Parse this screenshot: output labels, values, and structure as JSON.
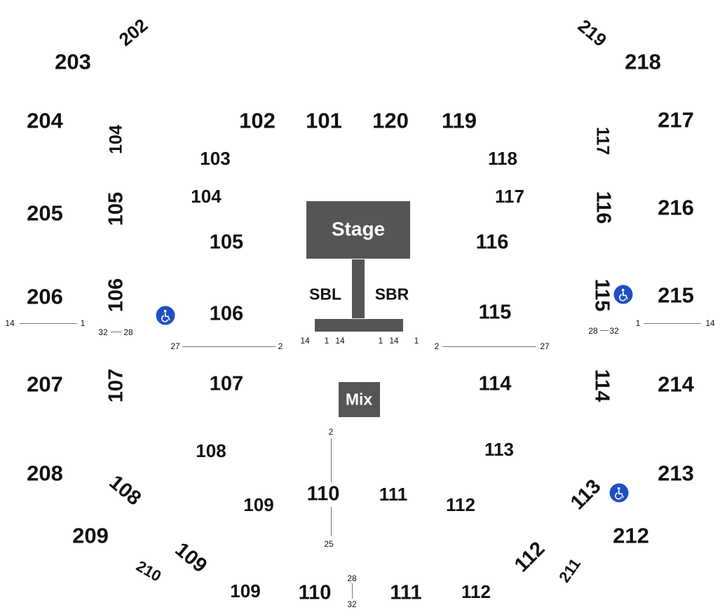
{
  "colors": {
    "stage": "#555555",
    "text": "#111111",
    "ada": "#1f4fc4",
    "line": "#777777"
  },
  "stage": {
    "label": "Stage"
  },
  "mix": {
    "label": "Mix"
  },
  "standing": {
    "left": "SBL",
    "right": "SBR"
  },
  "sections": {
    "s202": "202",
    "s203": "203",
    "s204": "204",
    "s205": "205",
    "s206": "206",
    "s207": "207",
    "s208": "208",
    "s209": "209",
    "s210": "210",
    "s211": "211",
    "s212": "212",
    "s213": "213",
    "s214": "214",
    "s215": "215",
    "s216": "216",
    "s217": "217",
    "s218": "218",
    "s219": "219",
    "u104": "104",
    "u105": "105",
    "u106": "106",
    "u107": "107",
    "u108": "108",
    "u109": "109",
    "u112": "112",
    "u113": "113",
    "u114": "114",
    "u115": "115",
    "u116": "116",
    "u117": "117",
    "f101": "101",
    "f102": "102",
    "f103": "103",
    "f104": "104",
    "f105": "105",
    "f106": "106",
    "f107": "107",
    "f108": "108",
    "f109": "109",
    "f110": "110",
    "f111": "111",
    "f112": "112",
    "f113": "113",
    "f114": "114",
    "f115": "115",
    "f116": "116",
    "f117": "117",
    "f118": "118",
    "f119": "119",
    "f120": "120",
    "b109": "109",
    "b110": "110",
    "b111": "111",
    "b112": "112"
  },
  "rows": {
    "l_end14": "14",
    "l_end1": "1",
    "l_32": "32",
    "l_28": "28",
    "l_27": "27",
    "l_2": "2",
    "c_14a": "14",
    "c_1a": "1",
    "c_14b": "14",
    "c_1b": "1",
    "c_14c": "14",
    "c_1c": "1",
    "r_2": "2",
    "r_27": "27",
    "r_28": "28",
    "r_32": "32",
    "r_1": "1",
    "r_end14": "14",
    "m_2": "2",
    "m_25": "25",
    "b_28": "28",
    "b_32": "32"
  },
  "icons": [
    "wheelchair-icon"
  ]
}
